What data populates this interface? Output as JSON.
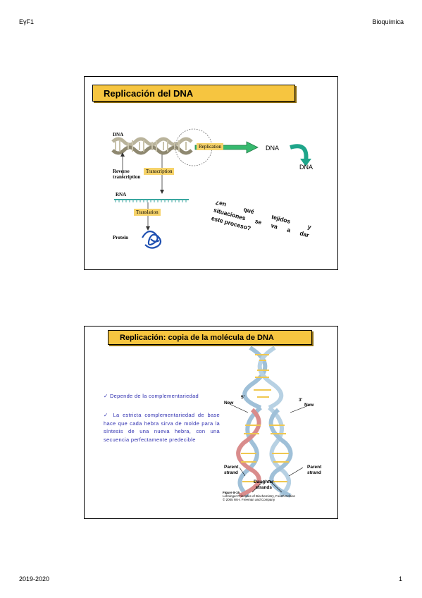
{
  "header": {
    "left": "EγF1",
    "right": "Bioquímica"
  },
  "footer": {
    "left": "2019-2020",
    "right": "1"
  },
  "slide1": {
    "title": "Replicación del DNA",
    "figure": {
      "dna_label": "DNA",
      "replication_label": "Replication",
      "dna_out_label": "DNA",
      "dna_loop_label": "DNA",
      "reverse_label_1": "Reverse",
      "reverse_label_2": "transcription",
      "transcription_label": "Transcription",
      "rna_label": "RNA",
      "translation_label": "Translation",
      "protein_label": "Protein"
    },
    "question": {
      "line1": [
        "¿en",
        "qué",
        "tejidos",
        "y"
      ],
      "line2": [
        "situaciones",
        "se",
        "va",
        "a",
        "dar"
      ],
      "line3": "este proceso?"
    }
  },
  "slide2": {
    "title": "Replicación: copia de la molécula de DNA",
    "bullet1": "✓ Depende de la complementariedad",
    "bullet2": "✓ La estricta complementariedad de base hace que cada hebra sirva de molde para la síntesis de una nueva hebra, con una secuencia perfectamente predecible",
    "figure": {
      "five_prime": "5'",
      "three_prime": "3'",
      "new_left": "New",
      "new_right": "New",
      "parent_left_1": "Parent",
      "parent_left_2": "strand",
      "parent_right_1": "Parent",
      "parent_right_2": "strand",
      "daughter_1": "Daughter",
      "daughter_2": "strands",
      "fig_caption": "Figure 8-15",
      "fig_credit_1": "Lehninger Principles of Biochemistry, Fourth Edition",
      "fig_credit_2": "© 2005 W.H. Freeman and Company"
    }
  }
}
